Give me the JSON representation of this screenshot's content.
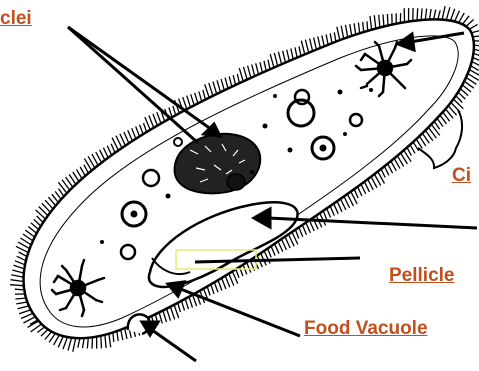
{
  "labels": {
    "nuclei": "clei",
    "cilia": "Ci",
    "pellicle": "Pellicle",
    "food_vacuole": "Food Vacuole"
  },
  "colors": {
    "label": "#c0501e",
    "outline": "#000000",
    "highlight_box": "#e8e870",
    "background": "#ffffff"
  }
}
